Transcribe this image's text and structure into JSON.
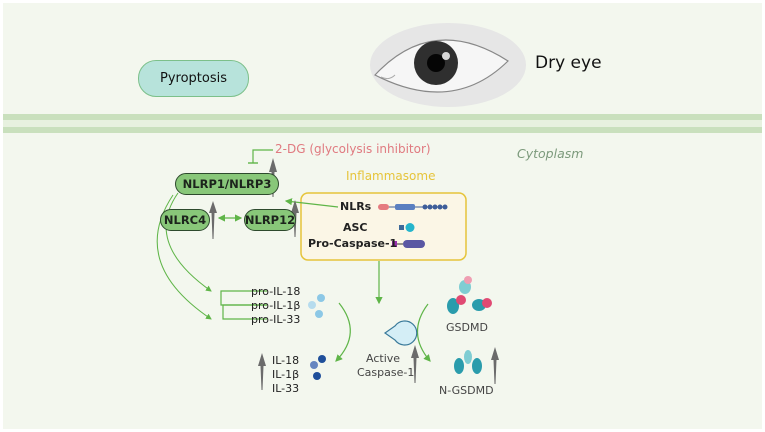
{
  "header": {
    "badge": "Pyroptosis",
    "title": "Dry eye"
  },
  "compartment": "Cytoplasm",
  "inhibitor": "2-DG (glycolysis inhibitor)",
  "inflammasome": {
    "title": "Inflammasome",
    "components": [
      "NLRs",
      "ASC",
      "Pro-Caspase-1"
    ]
  },
  "sensors": {
    "nlrp1_nlrp3": "NLRP1/NLRP3",
    "nlrc4": "NLRC4",
    "nlrp12": "NLRP12"
  },
  "pro_cytokines": [
    "pro-IL-18",
    "pro-IL-1β",
    "pro-IL-33"
  ],
  "cytokines": [
    "IL-18",
    "IL-1β",
    "IL-33"
  ],
  "caspase": [
    "Active",
    "Caspase-1"
  ],
  "gsdmd": "GSDMD",
  "n_gsdmd": "N-GSDMD",
  "colors": {
    "background": "#f3f7ee",
    "membrane": "#c9e0bd",
    "arrow": "#5fb548",
    "inhibitor_text": "#e07a80",
    "inflammasome": "#e6c43a",
    "pill": "#88c779",
    "badge": "#b7e3db",
    "up_arrow": "#6b6b6b"
  }
}
